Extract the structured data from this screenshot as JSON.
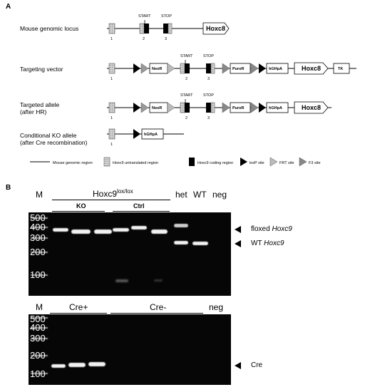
{
  "panel_a": {
    "letter": "A",
    "rows": [
      {
        "label": "Mouse genomic locus"
      },
      {
        "label": "Targeting vector"
      },
      {
        "label": "Targeted allele\n(after HR)"
      },
      {
        "label": "Conditional KO allele\n(after Cre recombination)"
      }
    ],
    "codon_labels": {
      "start": "START",
      "stop": "STOP"
    },
    "exon_numbers": [
      "1",
      "2",
      "3"
    ],
    "boxes": {
      "neor": "NeoR",
      "puror": "PuroR",
      "hghpa": "hGHpA",
      "hoxc8": "Hoxc8",
      "tk": "TK"
    },
    "legend": [
      {
        "symbol": "line",
        "text": "Mouse genomic region"
      },
      {
        "symbol": "hatched",
        "text": "Hoxc9  untranslated region"
      },
      {
        "symbol": "black",
        "text": "Hoxc9  coding region"
      },
      {
        "symbol": "loxp",
        "text": "loxP site"
      },
      {
        "symbol": "frt",
        "text": "FRT site"
      },
      {
        "symbol": "f3",
        "text": "F3 site"
      }
    ]
  },
  "panel_b": {
    "letter": "B",
    "gel1": {
      "m_label": "M",
      "group_main": "Hoxc9",
      "group_sup": "lox/lox",
      "sub_ko": "KO",
      "sub_ctrl": "Ctrl",
      "het": "het",
      "wt": "WT",
      "neg": "neg",
      "ladder": [
        "500",
        "400",
        "300",
        "200",
        "100"
      ],
      "arrow_floxed_pre": "floxed ",
      "arrow_floxed_it": "Hoxc9",
      "arrow_wt_pre": "WT ",
      "arrow_wt_it": "Hoxc9"
    },
    "gel2": {
      "m_label": "M",
      "cre_pos": "Cre+",
      "cre_neg": "Cre-",
      "neg": "neg",
      "ladder": [
        "500",
        "400",
        "300",
        "200",
        "100"
      ],
      "arrow_cre": "Cre"
    }
  }
}
